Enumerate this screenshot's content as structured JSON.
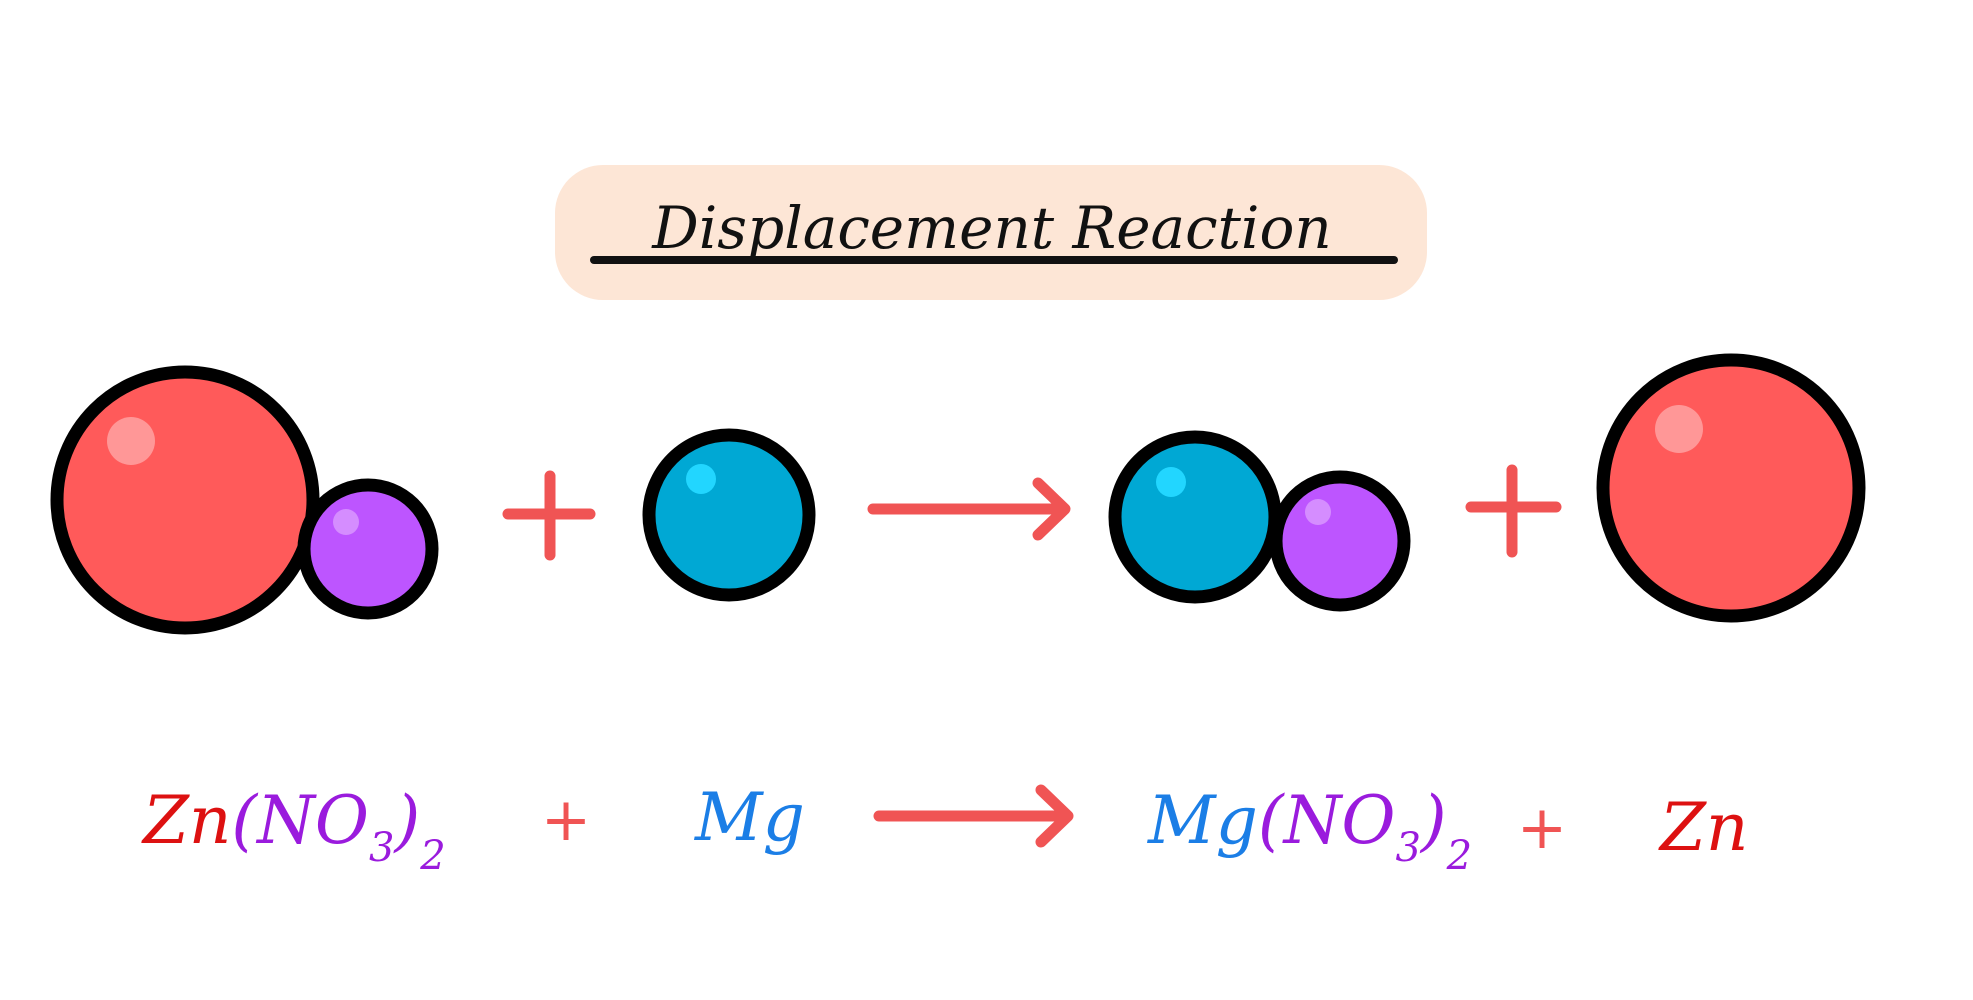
{
  "title": "Displacement Reaction",
  "colors": {
    "zinc": "#ff5a5a",
    "nitrate": "#bd55ff",
    "magnesium": "#00a8d4",
    "operator": "#f05454",
    "outline": "#000000",
    "title_highlight": "#fde6d6",
    "formula_zinc": "#dd1111",
    "formula_nitrate": "#9a1bdd",
    "formula_magnesium": "#1b7ee6"
  },
  "equation": {
    "reactant1": {
      "metal": "Zn",
      "open": "(NO",
      "sub_inner": "3",
      "close": ")",
      "sub_outer": "2"
    },
    "plus1": "+",
    "reactant2": "Mg",
    "product1": {
      "metal": "Mg",
      "open": "(NO",
      "sub_inner": "3",
      "close": ")",
      "sub_outer": "2"
    },
    "plus2": "+",
    "product2": "Zn"
  },
  "icons": {
    "plus": "plus-icon",
    "arrow": "arrow-right-icon"
  }
}
